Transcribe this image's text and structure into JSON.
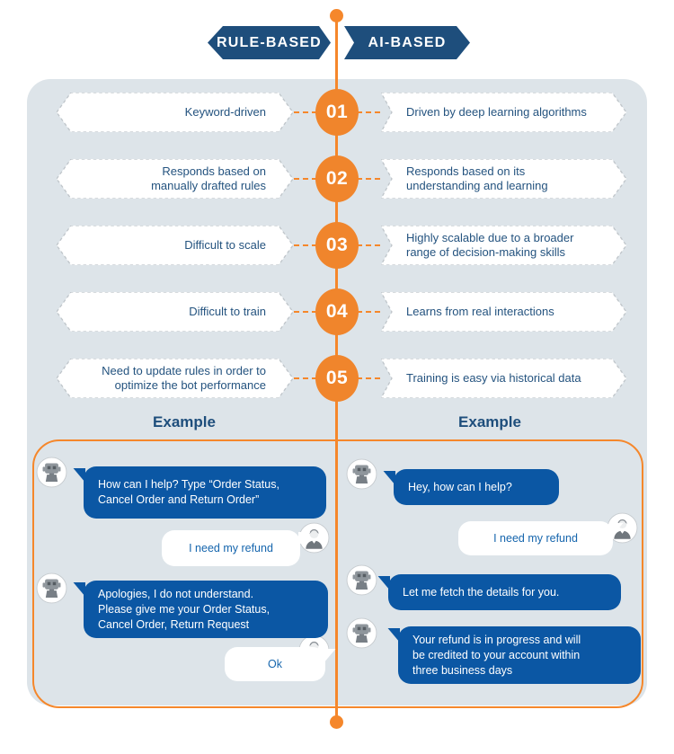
{
  "colors": {
    "accent_orange": "#f5872b",
    "navy": "#1e4e7c",
    "bubble_blue": "#0b57a4",
    "panel_background": "#dde4e9"
  },
  "header": {
    "left_label": "RULE-BASED",
    "right_label": "AI-BASED"
  },
  "rows": [
    {
      "num": "01",
      "left": "Keyword-driven",
      "right": "Driven by deep learning algorithms"
    },
    {
      "num": "02",
      "left": "Responds based on\nmanually drafted rules",
      "right": "Responds based on its\nunderstanding and learning"
    },
    {
      "num": "03",
      "left": "Difficult to scale",
      "right": "Highly scalable due to a broader\nrange of decision-making skills"
    },
    {
      "num": "04",
      "left": "Difficult to train",
      "right": "Learns from real interactions"
    },
    {
      "num": "05",
      "left": "Need to update rules in order to\noptimize the bot performance",
      "right": "Training is easy via historical data"
    }
  ],
  "example": {
    "left_title": "Example",
    "right_title": "Example"
  },
  "chat_left": {
    "messages": [
      {
        "sender": "bot",
        "text": "How can I help? Type “Order Status,\nCancel Order and Return Order”"
      },
      {
        "sender": "user",
        "text": "I need my refund"
      },
      {
        "sender": "bot",
        "text": "Apologies, I do not understand.\nPlease give me your Order Status,\nCancel Order, Return Request"
      },
      {
        "sender": "user",
        "text": "Ok"
      }
    ]
  },
  "chat_right": {
    "messages": [
      {
        "sender": "bot",
        "text": "Hey, how can I help?"
      },
      {
        "sender": "user",
        "text": "I need my refund"
      },
      {
        "sender": "bot",
        "text": "Let me fetch the details for you."
      },
      {
        "sender": "bot",
        "text": "Your refund is in progress and will\nbe credited to your account within\nthree business days"
      }
    ]
  }
}
